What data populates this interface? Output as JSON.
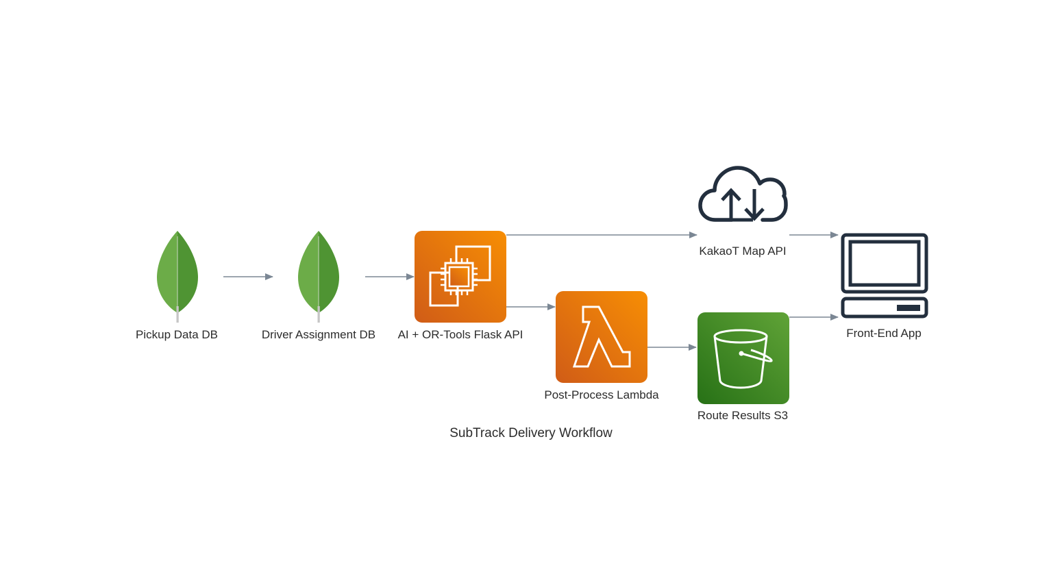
{
  "diagram": {
    "title": "SubTrack Delivery Workflow",
    "nodes": [
      {
        "id": "pickup-data-db",
        "label": "Pickup Data DB",
        "icon": "mongodb-leaf-icon"
      },
      {
        "id": "driver-assignment-db",
        "label": "Driver Assignment DB",
        "icon": "mongodb-leaf-icon"
      },
      {
        "id": "flask-api",
        "label": "AI + OR-Tools Flask API",
        "icon": "ec2-chip-icon"
      },
      {
        "id": "post-process-lambda",
        "label": "Post-Process Lambda",
        "icon": "lambda-icon"
      },
      {
        "id": "kakaot-map-api",
        "label": "KakaoT Map API",
        "icon": "cloud-transfer-icon"
      },
      {
        "id": "route-results-s3",
        "label": "Route Results S3",
        "icon": "s3-bucket-icon"
      },
      {
        "id": "front-end-app",
        "label": "Front-End App",
        "icon": "desktop-computer-icon"
      }
    ],
    "edges": [
      {
        "from": "pickup-data-db",
        "to": "driver-assignment-db"
      },
      {
        "from": "driver-assignment-db",
        "to": "flask-api"
      },
      {
        "from": "flask-api",
        "to": "kakaot-map-api"
      },
      {
        "from": "flask-api",
        "to": "post-process-lambda"
      },
      {
        "from": "post-process-lambda",
        "to": "route-results-s3"
      },
      {
        "from": "kakaot-map-api",
        "to": "front-end-app"
      },
      {
        "from": "route-results-s3",
        "to": "front-end-app"
      }
    ],
    "colors": {
      "edge": "#7b8794",
      "mongodb_light": "#6cac48",
      "mongodb_dark": "#4f9433",
      "aws_compute_orange_start": "#f78e04",
      "aws_compute_orange_end": "#d05c17",
      "aws_storage_green_start": "#60a337",
      "aws_storage_green_end": "#277116",
      "dark_icon": "#232f3e"
    }
  }
}
